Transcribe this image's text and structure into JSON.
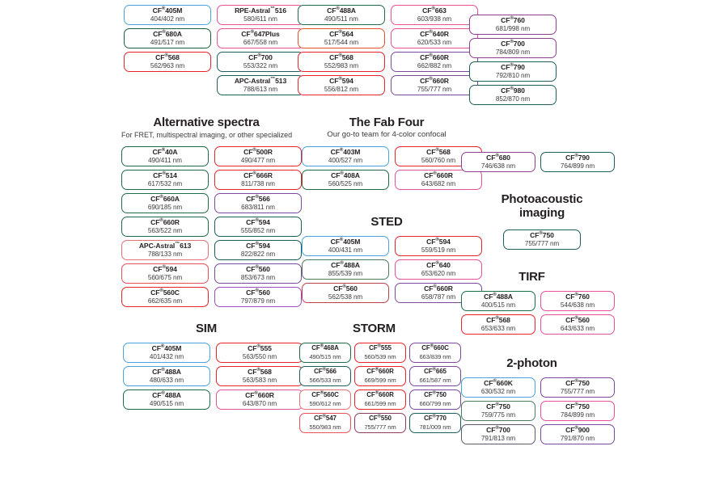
{
  "page": {
    "title": "Fluorescent dye selection chart"
  },
  "groups": [
    {
      "id": "top-left",
      "title": "",
      "subtitle": "",
      "columns": [
        {
          "chips": [
            {
              "name": "CF",
              "sup": "®",
              "suffix": "405M",
              "spec": "404/402 nm",
              "color": "#4aa3df"
            },
            {
              "name": "CF",
              "sup": "®",
              "suffix": "680A",
              "spec": "491/517 nm",
              "color": "#1f5f3f"
            },
            {
              "name": "CF",
              "sup": "®",
              "suffix": "568",
              "spec": "562/963 nm",
              "color": "#e8232a"
            }
          ]
        },
        {
          "chips": [
            {
              "name": "RPE-Astral",
              "sup": "™",
              "suffix": "516",
              "spec": "580/611 nm",
              "color": "#ec4f9c"
            },
            {
              "name": "CF",
              "sup": "®",
              "suffix": "647Plus",
              "spec": "667/558 nm",
              "color": "#ec4f9c"
            },
            {
              "name": "CF",
              "sup": "®",
              "suffix": "700",
              "spec": "553/322 nm",
              "color": "#1d5f5c"
            },
            {
              "name": "APC-Astral",
              "sup": "™",
              "suffix": "513",
              "spec": "788/613 nm",
              "color": "#1d5f5c"
            }
          ]
        }
      ]
    },
    {
      "id": "top-mid",
      "title": "",
      "subtitle": "",
      "columns": [
        {
          "chips": [
            {
              "name": "CF",
              "sup": "®",
              "suffix": "488A",
              "spec": "490/511 nm",
              "color": "#1f6b4a"
            },
            {
              "name": "CF",
              "sup": "®",
              "suffix": "564",
              "spec": "517/544 nm",
              "color": "#e8502a"
            },
            {
              "name": "CF",
              "sup": "®",
              "suffix": "568",
              "spec": "552/983 nm",
              "color": "#e8232a"
            },
            {
              "name": "CF",
              "sup": "®",
              "suffix": "594",
              "spec": "556/812 nm",
              "color": "#e8232a"
            }
          ]
        },
        {
          "chips": [
            {
              "name": "CF",
              "sup": "®",
              "suffix": "663",
              "spec": "603/938 nm",
              "color": "#ec4f9c"
            },
            {
              "name": "CF",
              "sup": "®",
              "suffix": "640R",
              "spec": "620/533 nm",
              "color": "#ec4f9c"
            },
            {
              "name": "CF",
              "sup": "®",
              "suffix": "660R",
              "spec": "662/882 nm",
              "color": "#7a4a9e"
            },
            {
              "name": "CF",
              "sup": "®",
              "suffix": "660R",
              "spec": "755/777 nm",
              "color": "#7a4a9e"
            }
          ]
        }
      ]
    },
    {
      "id": "top-right",
      "title": "",
      "subtitle": "",
      "columns": [
        {
          "chips": [
            {
              "name": "CF",
              "sup": "®",
              "suffix": "760",
              "spec": "681/998 nm",
              "color": "#8e3f8e"
            },
            {
              "name": "CF",
              "sup": "®",
              "suffix": "700",
              "spec": "784/809 nm",
              "color": "#8e3f8e"
            },
            {
              "name": "CF",
              "sup": "®",
              "suffix": "790",
              "spec": "792/810 nm",
              "color": "#1d5f5c"
            },
            {
              "name": "CF",
              "sup": "®",
              "suffix": "980",
              "spec": "852/870 nm",
              "color": "#1d5f5c"
            }
          ]
        }
      ]
    },
    {
      "id": "alternative-spectra",
      "title": "Alternative spectra",
      "subtitle": "For FRET, multispectral imaging, or other specialized",
      "columns": [
        {
          "chips": [
            {
              "name": "CF",
              "sup": "®",
              "suffix": "40A",
              "spec": "490/411 nm",
              "color": "#1f6b4a"
            },
            {
              "name": "CF",
              "sup": "®",
              "suffix": "514",
              "spec": "617/532 nm",
              "color": "#1f6b4a"
            },
            {
              "name": "CF",
              "sup": "®",
              "suffix": "660A",
              "spec": "690/185 nm",
              "color": "#1f6b4a"
            },
            {
              "name": "CF",
              "sup": "®",
              "suffix": "660R",
              "spec": "563/522 nm",
              "color": "#1f6b4a"
            },
            {
              "name": "APC-Astral",
              "sup": "™",
              "suffix": "613",
              "spec": "788/133 nm",
              "color": "#e8707a"
            },
            {
              "name": "CF",
              "sup": "®",
              "suffix": "594",
              "spec": "560/675 nm",
              "color": "#e8505a"
            },
            {
              "name": "CF",
              "sup": "®",
              "suffix": "560C",
              "spec": "662/635 nm",
              "color": "#e8232a"
            }
          ]
        },
        {
          "chips": [
            {
              "name": "CF",
              "sup": "®",
              "suffix": "500R",
              "spec": "490/477 nm",
              "color": "#e8232a"
            },
            {
              "name": "CF",
              "sup": "®",
              "suffix": "666R",
              "spec": "811/738 nm",
              "color": "#e8232a"
            },
            {
              "name": "CF",
              "sup": "®",
              "suffix": "566",
              "spec": "683/811 nm",
              "color": "#7a4a9e"
            },
            {
              "name": "CF",
              "sup": "®",
              "suffix": "594",
              "spec": "555/852 nm",
              "color": "#1d5f5c"
            },
            {
              "name": "CF",
              "sup": "®",
              "suffix": "594",
              "spec": "822/822 nm",
              "color": "#1d5f5c"
            },
            {
              "name": "CF",
              "sup": "®",
              "suffix": "560",
              "spec": "853/673 nm",
              "color": "#7a4a9e"
            },
            {
              "name": "CF",
              "sup": "®",
              "suffix": "560",
              "spec": "797/879 nm",
              "color": "#9b4fc4"
            }
          ]
        }
      ]
    },
    {
      "id": "fab-four",
      "title": "The Fab Four",
      "subtitle": "Our go-to team for 4-color confocal",
      "columns": [
        {
          "chips": [
            {
              "name": "CF",
              "sup": "®",
              "suffix": "403M",
              "spec": "400/527 nm",
              "color": "#4aa3df"
            },
            {
              "name": "CF",
              "sup": "®",
              "suffix": "408A",
              "spec": "560/525 nm",
              "color": "#1f6b4a"
            }
          ]
        },
        {
          "chips": [
            {
              "name": "CF",
              "sup": "®",
              "suffix": "568",
              "spec": "560/760 nm",
              "color": "#e8232a"
            },
            {
              "name": "CF",
              "sup": "®",
              "suffix": "660R",
              "spec": "643/682 nm",
              "color": "#ec4f9c"
            }
          ]
        }
      ]
    },
    {
      "id": "sted",
      "title": "STED",
      "subtitle": "",
      "columns": [
        {
          "chips": [
            {
              "name": "CF",
              "sup": "®",
              "suffix": "405M",
              "spec": "400/431 nm",
              "color": "#4aa3df"
            },
            {
              "name": "CF",
              "sup": "®",
              "suffix": "488A",
              "spec": "855/539 nm",
              "color": "#4e7a5e"
            },
            {
              "name": "CF",
              "sup": "®",
              "suffix": "560",
              "spec": "562/538 nm",
              "color": "#c0404a"
            }
          ]
        },
        {
          "chips": [
            {
              "name": "CF",
              "sup": "®",
              "suffix": "594",
              "spec": "559/519 nm",
              "color": "#e8232a"
            },
            {
              "name": "CF",
              "sup": "®",
              "suffix": "640",
              "spec": "653/620 nm",
              "color": "#ec4f9c"
            },
            {
              "name": "CF",
              "sup": "®",
              "suffix": "660R",
              "spec": "658/787 nm",
              "color": "#7a4a9e"
            }
          ]
        }
      ]
    },
    {
      "id": "sim",
      "title": "SIM",
      "subtitle": "",
      "columns": [
        {
          "chips": [
            {
              "name": "CF",
              "sup": "®",
              "suffix": "405M",
              "spec": "401/432 nm",
              "color": "#4aa3df"
            },
            {
              "name": "CF",
              "sup": "®",
              "suffix": "488A",
              "spec": "480/633 nm",
              "color": "#4aa3df"
            },
            {
              "name": "CF",
              "sup": "®",
              "suffix": "488A",
              "spec": "490/515 nm",
              "color": "#1f6b4a"
            }
          ]
        },
        {
          "chips": [
            {
              "name": "CF",
              "sup": "®",
              "suffix": "555",
              "spec": "563/550 nm",
              "color": "#e8232a"
            },
            {
              "name": "CF",
              "sup": "®",
              "suffix": "568",
              "spec": "563/583 nm",
              "color": "#e8232a"
            },
            {
              "name": "CF",
              "sup": "®",
              "suffix": "660R",
              "spec": "643/870 nm",
              "color": "#ec4f9c"
            }
          ]
        }
      ]
    },
    {
      "id": "storm",
      "title": "STORM",
      "subtitle": "",
      "columns": [
        {
          "chips": [
            {
              "name": "CF",
              "sup": "®",
              "suffix": "468A",
              "spec": "490/515 nm",
              "color": "#1f6b4a"
            },
            {
              "name": "CF",
              "sup": "®",
              "suffix": "566",
              "spec": "566/533 nm",
              "color": "#1d5f5c"
            },
            {
              "name": "CF",
              "sup": "®",
              "suffix": "560C",
              "spec": "590/612 nm",
              "color": "#e8707a"
            },
            {
              "name": "CF",
              "sup": "®",
              "suffix": "547",
              "spec": "550/983 nm",
              "color": "#e8505a"
            }
          ]
        },
        {
          "chips": [
            {
              "name": "CF",
              "sup": "®",
              "suffix": "555",
              "spec": "560/539 nm",
              "color": "#e8232a"
            },
            {
              "name": "CF",
              "sup": "®",
              "suffix": "660R",
              "spec": "669/599 nm",
              "color": "#e8232a"
            },
            {
              "name": "CF",
              "sup": "®",
              "suffix": "660R",
              "spec": "661/599 nm",
              "color": "#e8232a"
            },
            {
              "name": "CF",
              "sup": "®",
              "suffix": "550",
              "spec": "755/777 nm",
              "color": "#8e3f5e"
            }
          ]
        },
        {
          "chips": [
            {
              "name": "CF",
              "sup": "®",
              "suffix": "660C",
              "spec": "663/839 nm",
              "color": "#7a4a9e"
            },
            {
              "name": "CF",
              "sup": "®",
              "suffix": "665",
              "spec": "661/587 nm",
              "color": "#7a4a9e"
            },
            {
              "name": "CF",
              "sup": "®",
              "suffix": "750",
              "spec": "660/799 nm",
              "color": "#7a4a9e"
            },
            {
              "name": "CF",
              "sup": "®",
              "suffix": "770",
              "spec": "781/009 nm",
              "color": "#1d5f5c"
            }
          ]
        }
      ]
    },
    {
      "id": "right-pair",
      "title": "",
      "subtitle": "",
      "columns": [
        {
          "chips": [
            {
              "name": "CF",
              "sup": "®",
              "suffix": "680",
              "spec": "746/638 nm",
              "color": "#8e3f8e"
            }
          ]
        },
        {
          "chips": [
            {
              "name": "CF",
              "sup": "®",
              "suffix": "790",
              "spec": "764/899 nm",
              "color": "#1d5f5c"
            }
          ]
        }
      ]
    },
    {
      "id": "photoacoustic",
      "title": "Photoacoustic imaging",
      "subtitle": "",
      "columns": [
        {
          "chips": [
            {
              "name": "CF",
              "sup": "®",
              "suffix": "750",
              "spec": "755/777 nm",
              "color": "#1d5f5c"
            }
          ]
        }
      ]
    },
    {
      "id": "tirf",
      "title": "TIRF",
      "subtitle": "",
      "columns": [
        {
          "chips": [
            {
              "name": "CF",
              "sup": "®",
              "suffix": "488A",
              "spec": "400/515 nm",
              "color": "#1f6b4a"
            },
            {
              "name": "CF",
              "sup": "®",
              "suffix": "568",
              "spec": "653/633 nm",
              "color": "#e8232a"
            }
          ]
        },
        {
          "chips": [
            {
              "name": "CF",
              "sup": "®",
              "suffix": "760",
              "spec": "544/638 nm",
              "color": "#ec4f9c"
            },
            {
              "name": "CF",
              "sup": "®",
              "suffix": "560",
              "spec": "643/633 nm",
              "color": "#ec4f9c"
            }
          ]
        }
      ]
    },
    {
      "id": "two-photon",
      "title": "2-photon",
      "subtitle": "",
      "columns": [
        {
          "chips": [
            {
              "name": "CF",
              "sup": "®",
              "suffix": "660K",
              "spec": "630/532 nm",
              "color": "#4aa3df"
            },
            {
              "name": "CF",
              "sup": "®",
              "suffix": "750",
              "spec": "759/775 nm",
              "color": "#4e7a5e"
            },
            {
              "name": "CF",
              "sup": "®",
              "suffix": "700",
              "spec": "791/813 nm",
              "color": "#5a5a6e"
            }
          ]
        },
        {
          "chips": [
            {
              "name": "CF",
              "sup": "®",
              "suffix": "750",
              "spec": "755/777 nm",
              "color": "#7a4a9e"
            },
            {
              "name": "CF",
              "sup": "®",
              "suffix": "750",
              "spec": "784/899 nm",
              "color": "#ec4f9c"
            },
            {
              "name": "CF",
              "sup": "®",
              "suffix": "900",
              "spec": "791/870 nm",
              "color": "#7a4a9e"
            }
          ]
        }
      ]
    }
  ]
}
